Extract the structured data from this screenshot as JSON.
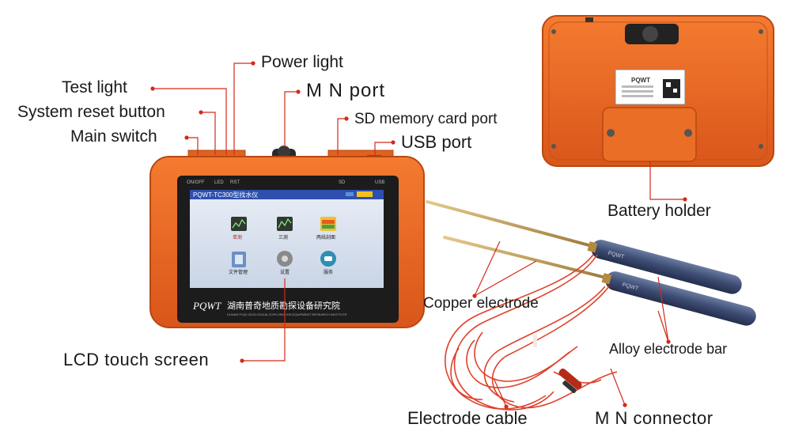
{
  "device": {
    "top_labels": {
      "onoff": "ON/OFF",
      "led": "LED",
      "rst": "RST",
      "sd": "SD",
      "usb": "USB"
    },
    "screen": {
      "title": "PQWT-TC300型找水仪",
      "icons": [
        {
          "name": "single-measure",
          "label": "单测",
          "icon": "chart-icon"
        },
        {
          "name": "three-measure",
          "label": "三测",
          "icon": "chart-icon"
        },
        {
          "name": "two-line-profile",
          "label": "两线剖面",
          "icon": "map-icon"
        },
        {
          "name": "file-manager",
          "label": "文件管理",
          "icon": "folder-icon"
        },
        {
          "name": "settings",
          "label": "设置",
          "icon": "gear-icon"
        },
        {
          "name": "service",
          "label": "服务",
          "icon": "phone-icon"
        }
      ]
    },
    "brand": "PQWT",
    "institute_cn": "湖南普奇地质勘探设备研究院",
    "institute_en": "HUNAN PUQI GEOLOGICAL EXPLORATION EQUIPMENT RESEARCH INSTITUTE",
    "back_brand": "PQWT"
  },
  "electrode_bar_labels": [
    "PQWT",
    "PQWT"
  ],
  "callouts": {
    "power_light": "Power light",
    "test_light": "Test light",
    "mn_port": "M N port",
    "system_reset": "System reset button",
    "sd_port": "SD memory card port",
    "main_switch": "Main switch",
    "usb_port": "USB port",
    "battery_holder": "Battery holder",
    "copper_electrode": "Copper electrode",
    "alloy_electrode_bar": "Alloy electrode bar",
    "lcd_touch_screen": "LCD touch screen",
    "electrode_cable": "Electrode cable",
    "mn_connector": "M N connector"
  },
  "colors": {
    "device_orange": "#e8621e",
    "label_red": "#d42a1a",
    "callout_text": "#1a1a1a",
    "rod_copper": "#c9a05a",
    "grip_blue": "#3d4c73"
  }
}
